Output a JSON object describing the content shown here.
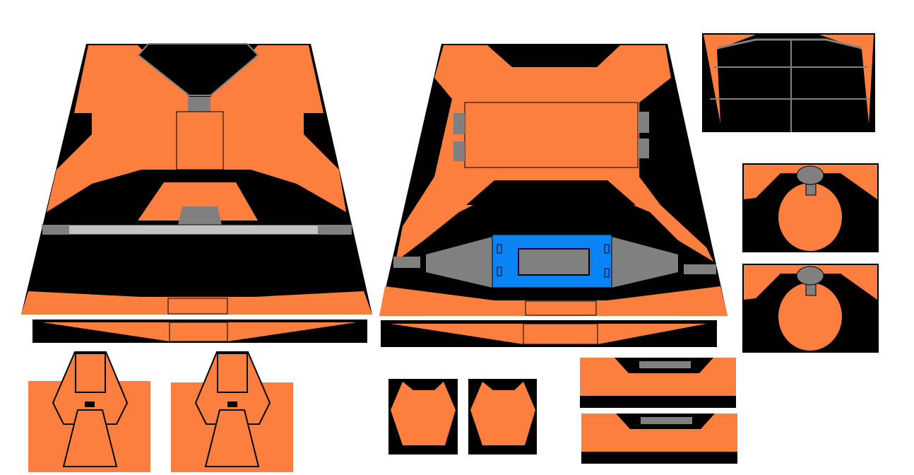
{
  "colors": {
    "orange": "#FC7F40",
    "black": "#000000",
    "gray": "#808080",
    "light_gray": "#C3C3C3",
    "blue": "#0A84F5",
    "background": "#FFFFFF"
  },
  "parts": [
    "torso-front",
    "torso-front-bottom-strip",
    "torso-back",
    "torso-back-bottom-strip",
    "torso-top",
    "shoulder-left",
    "shoulder-right",
    "arm-left-front",
    "arm-right-front",
    "arm-small-left",
    "arm-small-right",
    "side-panel-upper",
    "side-panel-lower"
  ]
}
